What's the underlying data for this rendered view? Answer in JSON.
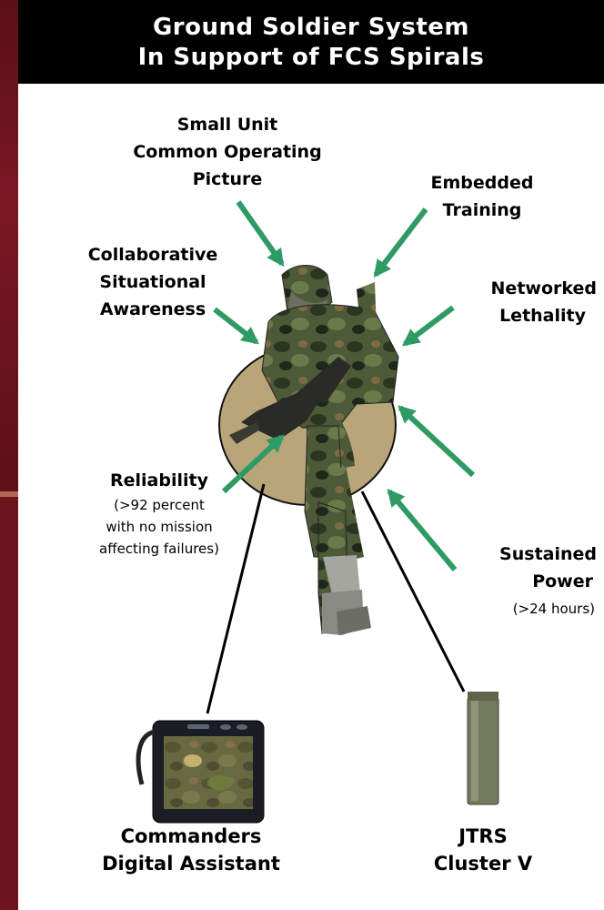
{
  "title": {
    "line1": "Ground Soldier System",
    "line2": "In Support of FCS Spirals"
  },
  "capabilities": {
    "small_unit_cop": [
      "Small Unit",
      "Common Operating",
      "Picture"
    ],
    "embedded_training": [
      "Embedded",
      "Training"
    ],
    "collaborative_sa": [
      "Collaborative",
      "Situational",
      "Awareness"
    ],
    "networked_lethality": [
      "Networked",
      "Lethality"
    ],
    "reliability": {
      "title": "Reliability",
      "detail": [
        "(>92 percent",
        "with no mission",
        "affecting failures)"
      ]
    },
    "sustained_power": {
      "title": [
        "Sustained",
        "Power"
      ],
      "detail": "(>24 hours)"
    }
  },
  "devices": {
    "cda": [
      "Commanders",
      "Digital Assistant"
    ],
    "jtrs": [
      "JTRS",
      "Cluster V"
    ]
  },
  "colors": {
    "arrow": "#2e9a64",
    "ellipse_fill": "#b8a57a",
    "title_bg": "#000000",
    "side_bg": "#6e141c"
  }
}
